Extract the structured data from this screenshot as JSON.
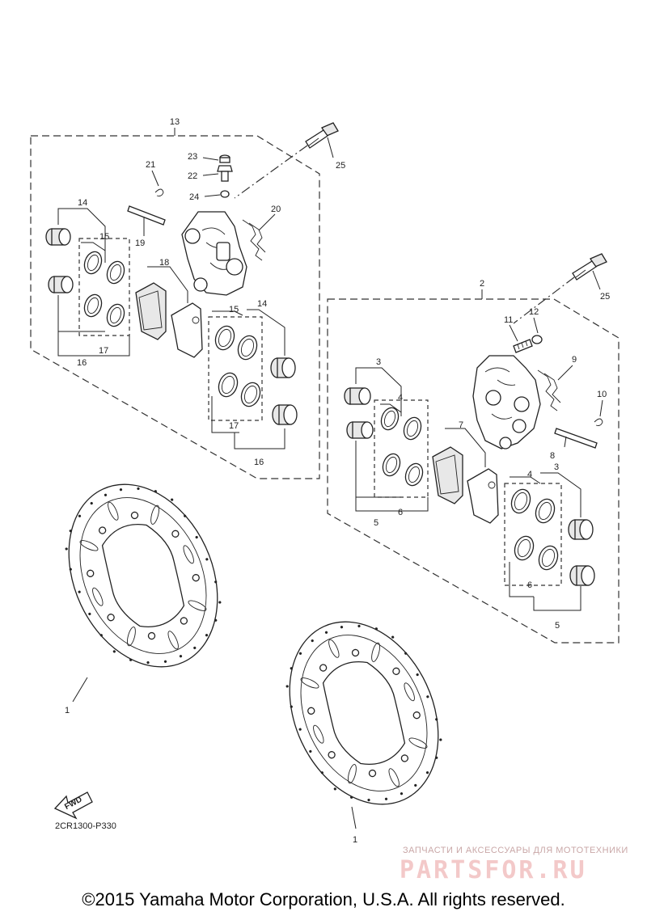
{
  "diagram": {
    "callouts": {
      "c13": "13",
      "c25a": "25",
      "c23": "23",
      "c22": "22",
      "c24": "24",
      "c21": "21",
      "c20": "20",
      "c19": "19",
      "c14a": "14",
      "c15a": "15",
      "c18": "18",
      "c15b": "15",
      "c14b": "14",
      "c17a": "17",
      "c16a": "16",
      "c17b": "17",
      "c16b": "16",
      "c2": "2",
      "c25b": "25",
      "c11": "11",
      "c12": "12",
      "c9": "9",
      "c10": "10",
      "c8": "8",
      "c3a": "3",
      "c4a": "4",
      "c7": "7",
      "c4b": "4",
      "c3b": "3",
      "c6a": "6",
      "c5a": "5",
      "c6b": "6",
      "c5b": "5",
      "c1a": "1",
      "c1b": "1"
    },
    "fwd_label": "FWD",
    "drawing_code": "2CR1300-P330"
  },
  "watermark": {
    "subtitle": "ЗАПЧАСТИ И АКСЕССУАРЫ ДЛЯ МОТОТЕХНИКИ",
    "brand": "PARTSFOR.RU"
  },
  "copyright": "©2015 Yamaha Motor Corporation, U.S.A. All rights reserved."
}
